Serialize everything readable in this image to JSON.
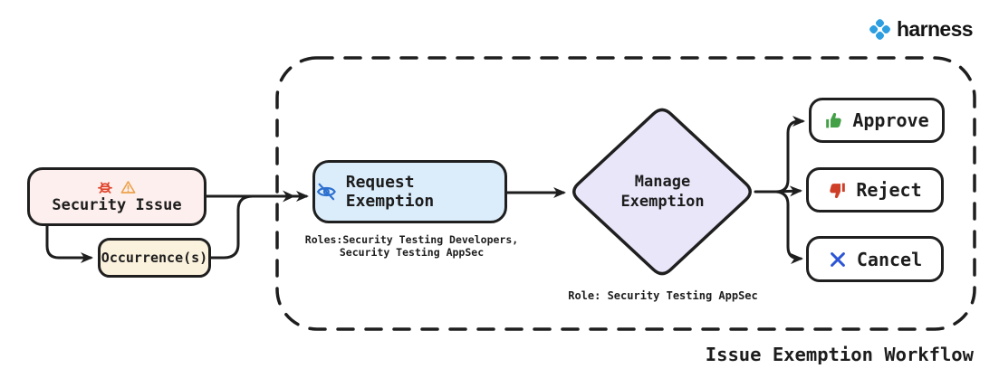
{
  "brand": {
    "name": "harness",
    "logo_color": "#2d9ee0"
  },
  "workflow_caption": "Issue Exemption Workflow",
  "nodes": {
    "security_issue": {
      "label": "Security Issue",
      "fill": "#fcefed"
    },
    "occurrence": {
      "label": "Occurrence(s)",
      "fill": "#fbf2dd"
    },
    "request_exemption": {
      "label": "Request Exemption",
      "fill": "#dbedfb",
      "roles_line1": "Roles:Security Testing Developers,",
      "roles_line2": "Security Testing AppSec"
    },
    "manage_exemption": {
      "label_line1": "Manage",
      "label_line2": "Exemption",
      "fill": "#e9e6fa",
      "role_caption": "Role: Security Testing AppSec"
    }
  },
  "actions": {
    "approve": {
      "label": "Approve",
      "icon": "thumbs-up",
      "icon_color": "#43a047"
    },
    "reject": {
      "label": "Reject",
      "icon": "thumbs-down",
      "icon_color": "#cf3e27"
    },
    "cancel": {
      "label": "Cancel",
      "icon": "x-mark",
      "icon_color": "#2c55d6"
    }
  },
  "icons": {
    "bug_color": "#e0452c",
    "warning_color": "#eda24b",
    "eye_off_color": "#2e70d0"
  },
  "colors": {
    "background": "#ffffff",
    "stroke": "#1e1e1e"
  }
}
